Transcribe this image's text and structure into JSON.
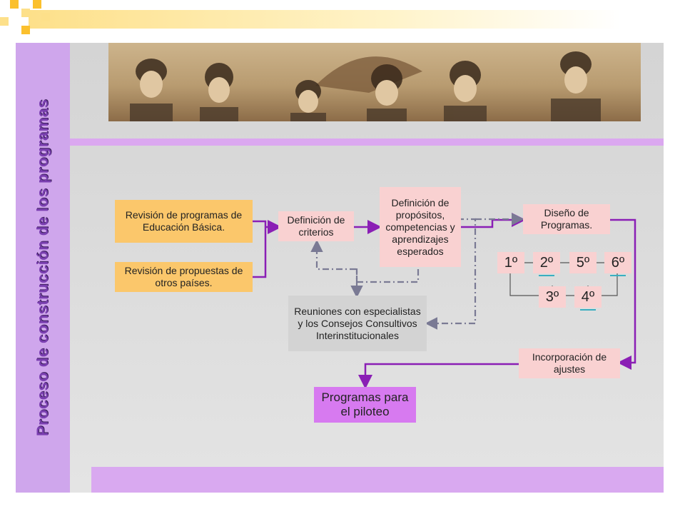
{
  "slide": {
    "title": "Proceso de construcción de los programas"
  },
  "diagram": {
    "nodes": {
      "revision_programas": "Revisión de programas de Educación Básica.",
      "revision_propuestas": "Revisión de propuestas de otros países.",
      "definicion_criterios": "Definición de criterios",
      "definicion_propositos": "Definición de propósitos, competencias y aprendizajes esperados",
      "reuniones": "Reuniones con especialistas y los Consejos Consultivos Interinstitucionales",
      "diseno_programas": "Diseño de Programas.",
      "incorporacion_ajustes": "Incorporación de ajustes",
      "programas_piloteo": "Programas para el piloteo"
    },
    "grades_row1": [
      "1º",
      "2º",
      "5º",
      "6º"
    ],
    "grades_row2": [
      "3º",
      "4º"
    ],
    "colors": {
      "sidebar": "#cfa6ec",
      "title": "#7a3fb0",
      "orange_box": "#fbc76b",
      "pink_box": "#f9d1d1",
      "gray_box": "#d3d3d3",
      "purple_box": "#d77af0",
      "arrow_solid": "#8a1fb5",
      "arrow_dashed": "#7a7a94"
    }
  }
}
